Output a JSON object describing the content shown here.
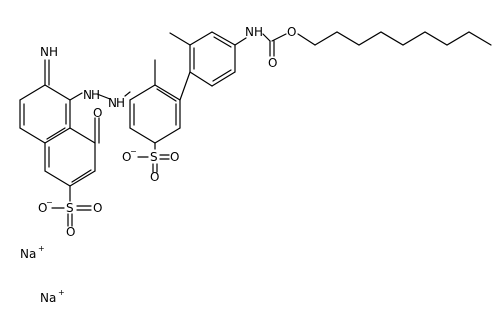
{
  "molecule": {
    "labels": {
      "imine_nh": "NH",
      "azo_nh_1": "N",
      "azo_nh_2": "N",
      "hydrazo_h_1": "H",
      "hydrazo_h_2": "H",
      "ketone_o": "O",
      "carbamate_nh": "NH",
      "carbamate_o_ester": "O",
      "carbamate_o_carbonyl": "O",
      "sulfonate_upper_o_minus": "O",
      "sulfonate_upper_s": "S",
      "sulfonate_upper_o_right": "O",
      "sulfonate_upper_o_below": "O",
      "sulfonate_lower_o_minus": "O",
      "sulfonate_lower_s": "S",
      "sulfonate_lower_o_right": "O",
      "sulfonate_lower_o_below": "O",
      "charge_minus": "−",
      "sodium_1": "Na",
      "sodium_2": "Na",
      "charge_plus": "+"
    }
  }
}
